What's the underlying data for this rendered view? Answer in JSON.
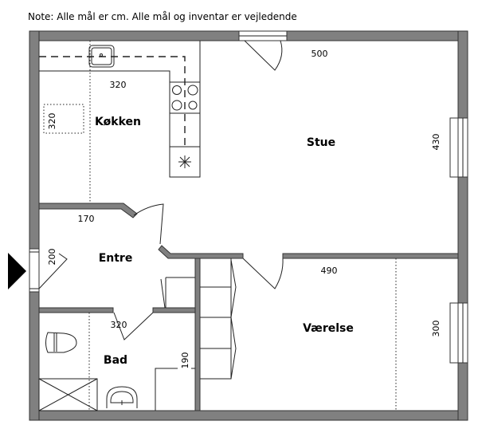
{
  "note": "Note: Alle mål er cm. Alle mål og inventar er vejledende",
  "rooms": {
    "kitchen": {
      "label": "Køkken",
      "dim_h": "320",
      "dim_v": "320"
    },
    "living": {
      "label": "Stue",
      "dim_h": "500",
      "dim_v": "430"
    },
    "entry": {
      "label": "Entre",
      "dim_h": "170",
      "dim_v": "200"
    },
    "bedroom": {
      "label": "Værelse",
      "dim_h": "490",
      "dim_v": "300"
    },
    "bath": {
      "label": "Bad",
      "dim_h": "320",
      "dim_v": "190"
    }
  },
  "colors": {
    "wall": "#808080",
    "entrance_marker": "#000000"
  }
}
